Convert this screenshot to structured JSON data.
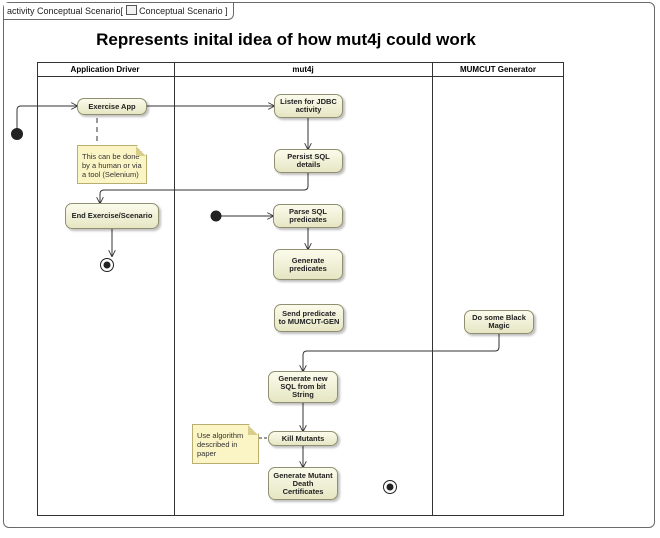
{
  "frame": {
    "kind": "activity",
    "name": "Conceptual Scenario",
    "tab_text": "activity  Conceptual Scenario[",
    "tab_link": "Conceptual Scenario"
  },
  "diagram_title": "Represents inital idea of how mut4j could work",
  "swimlanes": [
    {
      "id": "lane-driver",
      "name": "Application Driver"
    },
    {
      "id": "lane-mut4j",
      "name": "mut4j"
    },
    {
      "id": "lane-mumcut",
      "name": "MUMCUT Generator"
    }
  ],
  "actions": [
    {
      "id": "exercise-app",
      "label": "Exercise App"
    },
    {
      "id": "end-exercise",
      "label": "End Exercise/Scenario"
    },
    {
      "id": "listen-jdbc",
      "label": "Listen for JDBC activity"
    },
    {
      "id": "persist-sql",
      "label": "Persist SQL details"
    },
    {
      "id": "parse-sql",
      "label": "Parse SQL predicates"
    },
    {
      "id": "generate-predicates",
      "label": "Generate predicates"
    },
    {
      "id": "send-predicate",
      "label": "Send predicate to MUMCUT-GEN"
    },
    {
      "id": "black-magic",
      "label": "Do some Black Magic"
    },
    {
      "id": "generate-sql",
      "label": "Generate new SQL from bit String"
    },
    {
      "id": "kill-mutants",
      "label": "Kill Mutants"
    },
    {
      "id": "death-certificates",
      "label": "Generate Mutant Death Certificates"
    }
  ],
  "notes": {
    "note1": "This can be done by a human or via a tool (Selenium)",
    "note2": "Use algorithm described in paper"
  },
  "colors": {
    "action_fill": "#ecebd0",
    "action_border": "#909070",
    "note_fill": "#fbf4c4",
    "lane_border": "#333333",
    "edge": "#333333"
  }
}
